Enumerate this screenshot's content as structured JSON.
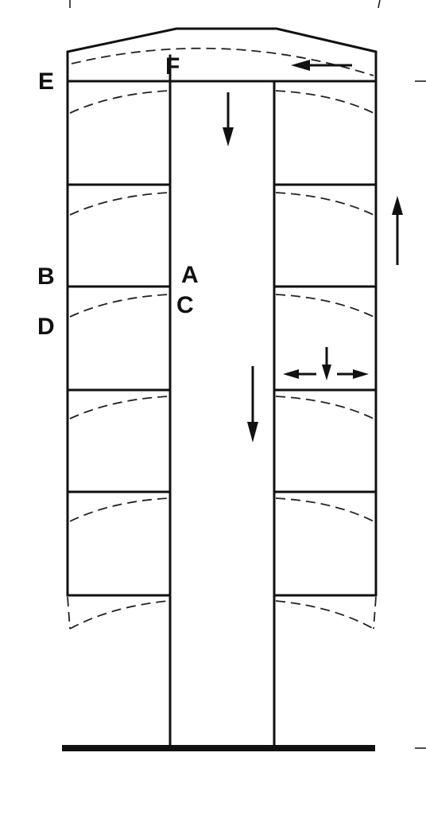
{
  "figure": {
    "point_labels": {
      "A": "A",
      "B": "B",
      "C": "C",
      "D": "D",
      "E": "E",
      "F": "F"
    },
    "floor_count": 5,
    "arrows": [
      "down",
      "down",
      "up",
      "left",
      "left-right-down"
    ]
  }
}
